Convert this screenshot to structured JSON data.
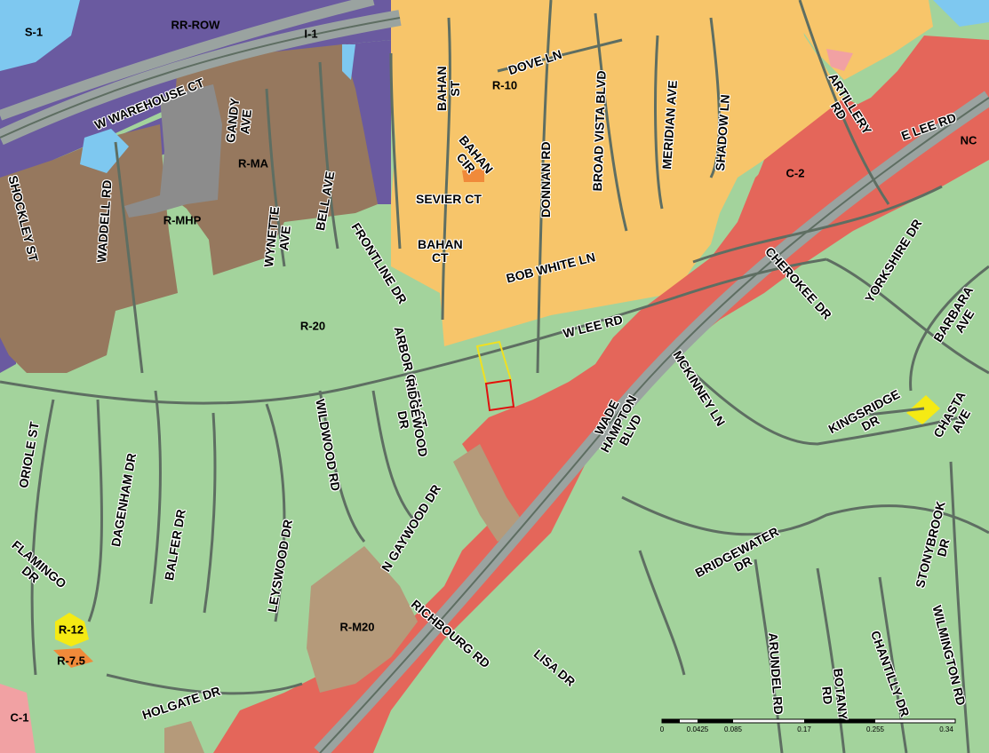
{
  "zones": {
    "s1": "S-1",
    "rr_row": "RR-ROW",
    "i1": "I-1",
    "r10": "R-10",
    "rma": "R-MA",
    "rmhp": "R-MHP",
    "c2": "C-2",
    "nc": "NC",
    "r20": "R-20",
    "rm20": "R-M20",
    "r12": "R-12",
    "r75": "R-7.5",
    "c1": "C-1"
  },
  "streets": {
    "w_warehouse_ct": "W WAREHOUSE CT",
    "dove_ln": "DOVE LN",
    "bahan_st": [
      "BAHAN",
      "ST"
    ],
    "bahan_cir": [
      "BAHAN",
      "CIR"
    ],
    "sevier_ct": "SEVIER CT",
    "bahan_ct": [
      "BAHAN",
      "CT"
    ],
    "donnan_rd": "DONNAN RD",
    "broad_vista_blvd": "BROAD VISTA BLVD",
    "meridian_ave": "MERIDIAN AVE",
    "shadow_ln": "SHADOW LN",
    "artillery_rd": [
      "ARTILLERY",
      "RD"
    ],
    "e_lee_rd": "E LEE RD",
    "gandy_ave": [
      "GANDY",
      "AVE"
    ],
    "wynette_ave": [
      "WYNETTE",
      "AVE"
    ],
    "bell_ave": "BELL AVE",
    "waddell_rd": "WADDELL RD",
    "shockley_st": "SHOCKLEY ST",
    "frontline_dr": "FRONTLINE DR",
    "bob_white_ln": "BOB WHITE LN",
    "w_lee_rd": "W LEE RD",
    "cherokee_dr": "CHEROKEE DR",
    "yorkshire_dr": "YORKSHIRE DR",
    "barbara_ave": [
      "BARBARA",
      "AVE"
    ],
    "arbor_glen_ct": "ARBOR GLEN CT",
    "mckinney_ln": "MCKINNEY LN",
    "wade_hampton_blvd": [
      "WADE",
      "HAMPTON",
      "BLVD"
    ],
    "kingsridge_dr": [
      "KINGSRIDGE",
      "DR"
    ],
    "chasta_ave": [
      "CHASTA",
      "AVE"
    ],
    "oriole_st": "ORIOLE ST",
    "dagenham_dr": "DAGENHAM DR",
    "wildwood_rd": "WILDWOOD RD",
    "ridgewood_dr": [
      "RIDGEWOOD",
      "DR"
    ],
    "n_gaywood_dr": "N GAYWOOD DR",
    "flamingo_dr": [
      "FLAMINGO",
      "DR"
    ],
    "balfer_dr": "BALFER DR",
    "leyswood_dr": "LEYSWOOD DR",
    "bridgewater_dr": [
      "BRIDGEWATER",
      "DR"
    ],
    "stonybrook_dr": [
      "STONYBROOK",
      "DR"
    ],
    "richbourg_rd": "RICHBOURG RD",
    "lisa_dr": "LISA DR",
    "holgate_dr": "HOLGATE DR",
    "arundel_rd": "ARUNDEL RD",
    "botany_rd": [
      "BOTANY",
      "RD"
    ],
    "chantilly_dr": "CHANTILLY DR",
    "wilmington_rd": "WILMINGTON RD"
  },
  "scale_bar": {
    "ticks": [
      "0",
      "0.0425",
      "0.085",
      "0.17",
      "0.255",
      "0.34"
    ]
  },
  "colors": {
    "r20": "#a3d39c",
    "r10": "#f7c56a",
    "i1": "#6a5aa0",
    "rma": "#96785e",
    "rmhp": "#8c8c8c",
    "commercial": "#e4665a",
    "water": "#7ec8f0",
    "rm20": "#b59a7a",
    "road": "#5e6e62",
    "highway": "#9aa3a0"
  }
}
